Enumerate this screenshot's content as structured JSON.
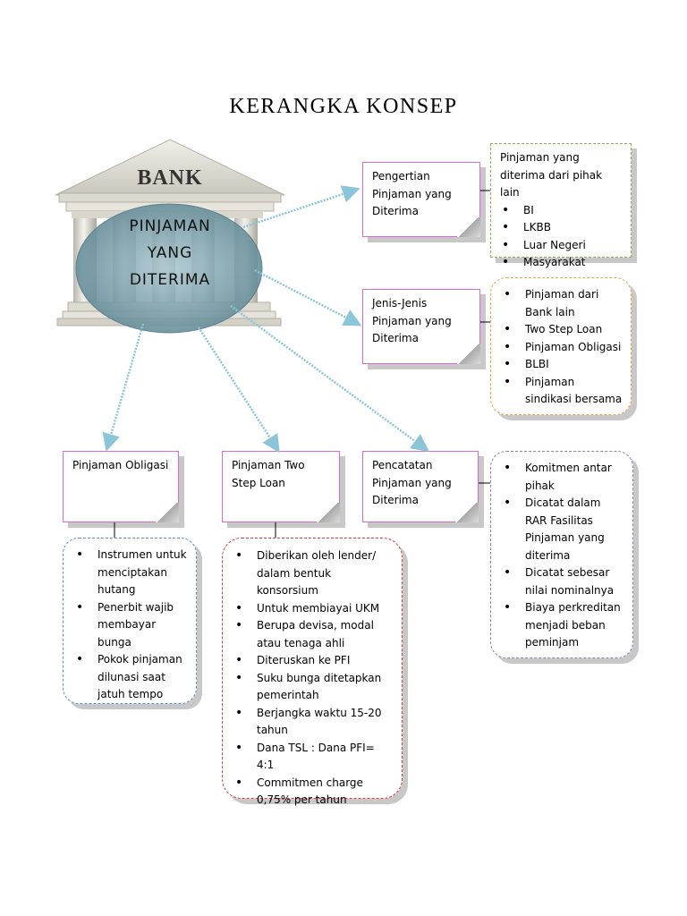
{
  "title": "KERANGKA KONSEP",
  "bank": {
    "sign": "BANK",
    "center_lines": [
      "PINJAMAN",
      "YANG",
      "DITERIMA"
    ]
  },
  "notes": {
    "pengertian": "Pengertian Pinjaman yang Diterima",
    "jenis": "Jenis-Jenis Pinjaman yang Diterima",
    "pencatatan": "Pencatatan Pinjaman yang Diterima",
    "obligasi": "Pinjaman Obligasi",
    "twostep": "Pinjaman Two Step Loan"
  },
  "boxes": {
    "pengertian": {
      "heading": "Pinjaman yang diterima dari pihak lain",
      "items": [
        "BI",
        "LKBB",
        "Luar Negeri",
        "Masyarakat"
      ]
    },
    "jenis": {
      "items": [
        "Pinjaman dari Bank lain",
        "Two Step Loan",
        "Pinjaman Obligasi",
        "BLBI",
        "Pinjaman sindikasi bersama"
      ]
    },
    "pencatatan": {
      "items": [
        "Komitmen antar pihak",
        "Dicatat dalam RAR Fasilitas Pinjaman yang diterima",
        "Dicatat sebesar nilai nominalnya",
        "Biaya perkreditan menjadi beban peminjam"
      ]
    },
    "obligasi": {
      "items": [
        "Instrumen untuk menciptakan hutang",
        "Penerbit wajib membayar bunga",
        "Pokok pinjaman dilunasi  saat jatuh tempo"
      ]
    },
    "twostep": {
      "items": [
        "Diberikan oleh lender/ dalam bentuk konsorsium",
        "Untuk membiayai UKM",
        "Berupa devisa, modal atau tenaga ahli",
        "Diteruskan ke PFI",
        "Suku bunga ditetapkan pemerintah",
        "Berjangka waktu 15-20 tahun",
        "Dana TSL : Dana PFI= 4:1",
        "Commitmen charge 0,75% per tahun"
      ]
    }
  }
}
